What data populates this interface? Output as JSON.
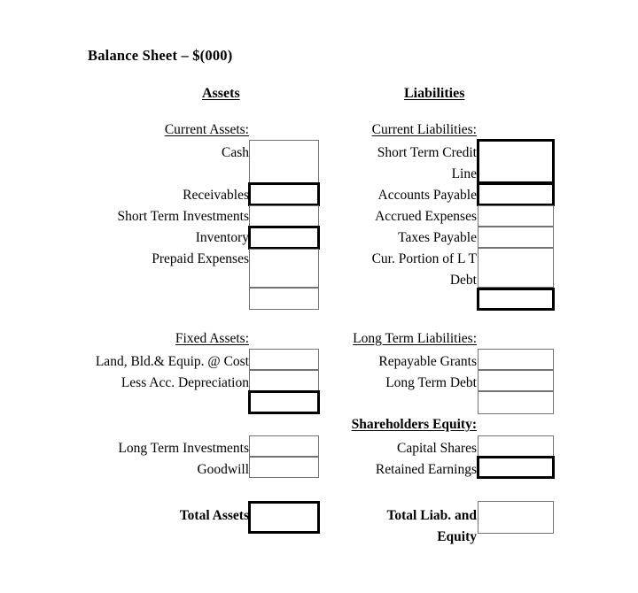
{
  "document": {
    "title": "Balance Sheet – $(000)"
  },
  "columns": {
    "assets_heading": "Assets",
    "liabilities_heading": "Liabilities"
  },
  "assets": {
    "current": {
      "heading": "Current Assets:",
      "rows": [
        {
          "label": "Cash",
          "value": ""
        },
        {
          "label": "Receivables",
          "value": ""
        },
        {
          "label": "Short Term Investments",
          "value": ""
        },
        {
          "label": "Inventory",
          "value": ""
        },
        {
          "label": "Prepaid Expenses",
          "value": ""
        },
        {
          "label": "",
          "value": ""
        }
      ]
    },
    "fixed": {
      "heading": "Fixed Assets:",
      "rows": [
        {
          "label": "Land, Bld.& Equip. @ Cost",
          "value": ""
        },
        {
          "label": "Less Acc. Depreciation",
          "value": ""
        },
        {
          "label": "",
          "value": ""
        }
      ]
    },
    "other": {
      "rows": [
        {
          "label": "Long Term Investments",
          "value": ""
        },
        {
          "label": "Goodwill",
          "value": ""
        }
      ]
    },
    "total": {
      "label": "Total Assets",
      "value": ""
    }
  },
  "liabilities": {
    "current": {
      "heading": "Current Liabilities:",
      "rows": [
        {
          "label": "Short Term Credit\nLine",
          "value": ""
        },
        {
          "label": "Accounts Payable",
          "value": ""
        },
        {
          "label": "Accrued Expenses",
          "value": ""
        },
        {
          "label": "Taxes Payable",
          "value": ""
        },
        {
          "label": "Cur. Portion of L T\nDebt",
          "value": ""
        },
        {
          "label": "",
          "value": ""
        }
      ]
    },
    "long_term": {
      "heading": "Long Term Liabilities:",
      "rows": [
        {
          "label": "Repayable Grants",
          "value": ""
        },
        {
          "label": "Long Term Debt",
          "value": ""
        },
        {
          "label": "",
          "value": ""
        }
      ]
    },
    "equity": {
      "heading": "Shareholders Equity:",
      "rows": [
        {
          "label": "Capital Shares",
          "value": ""
        },
        {
          "label": "Retained Earnings",
          "value": ""
        }
      ]
    },
    "total": {
      "label": "Total Liab. and\nEquity",
      "value": ""
    }
  },
  "style": {
    "page_background": "#ffffff",
    "text_color": "#000000",
    "thin_border_color": "#737373",
    "thick_border_color": "#000000"
  }
}
